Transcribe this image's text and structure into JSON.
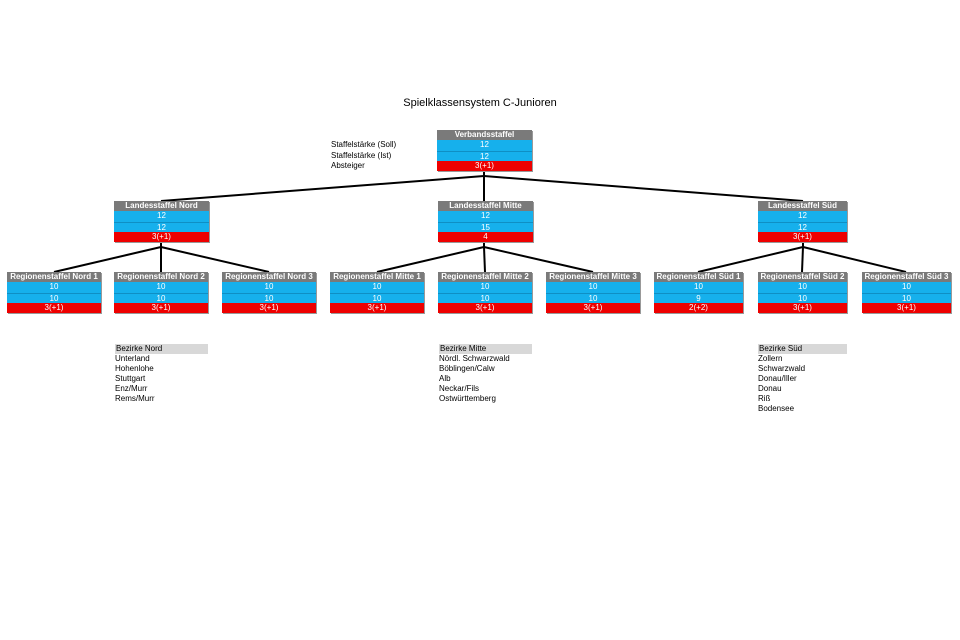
{
  "title": "Spielklassensystem C-Junioren",
  "legend": [
    "Staffelstärke (Soll)",
    "Staffelstärke (Ist)",
    "Absteiger"
  ],
  "verband": {
    "name": "Verbandsstaffel",
    "soll": "12",
    "ist": "12",
    "ab": "3(+1)"
  },
  "landes": [
    {
      "name": "Landesstaffel Nord",
      "soll": "12",
      "ist": "12",
      "ab": "3(+1)"
    },
    {
      "name": "Landesstaffel Mitte",
      "soll": "12",
      "ist": "15",
      "ab": "4"
    },
    {
      "name": "Landesstaffel Süd",
      "soll": "12",
      "ist": "12",
      "ab": "3(+1)"
    }
  ],
  "regionen": [
    {
      "name": "Regionenstaffel Nord 1",
      "soll": "10",
      "ist": "10",
      "ab": "3(+1)"
    },
    {
      "name": "Regionenstaffel Nord 2",
      "soll": "10",
      "ist": "10",
      "ab": "3(+1)"
    },
    {
      "name": "Regionenstaffel Nord 3",
      "soll": "10",
      "ist": "10",
      "ab": "3(+1)"
    },
    {
      "name": "Regionenstaffel Mitte 1",
      "soll": "10",
      "ist": "10",
      "ab": "3(+1)"
    },
    {
      "name": "Regionenstaffel Mitte 2",
      "soll": "10",
      "ist": "10",
      "ab": "3(+1)"
    },
    {
      "name": "Regionenstaffel Mitte 3",
      "soll": "10",
      "ist": "10",
      "ab": "3(+1)"
    },
    {
      "name": "Regionenstaffel Süd 1",
      "soll": "10",
      "ist": "9",
      "ab": "2(+2)"
    },
    {
      "name": "Regionenstaffel Süd 2",
      "soll": "10",
      "ist": "10",
      "ab": "3(+1)"
    },
    {
      "name": "Regionenstaffel Süd 3",
      "soll": "10",
      "ist": "10",
      "ab": "3(+1)"
    }
  ],
  "bezirke": [
    {
      "header": "Bezirke Nord",
      "items": [
        "Unterland",
        "Hohenlohe",
        "Stuttgart",
        "Enz/Murr",
        "Rems/Murr"
      ]
    },
    {
      "header": "Bezirke Mitte",
      "items": [
        "Nördl. Schwarzwald",
        "Böblingen/Calw",
        "Alb",
        "Neckar/Fils",
        "Ostwürttemberg"
      ]
    },
    {
      "header": "Bezirke Süd",
      "items": [
        "Zollern",
        "Schwarzwald",
        "Donau/Iller",
        "Donau",
        "Riß",
        "Bodensee"
      ]
    }
  ],
  "colors": {
    "header": "#7a7a7a",
    "blue": "#16b0ec",
    "red": "#ee0000"
  }
}
